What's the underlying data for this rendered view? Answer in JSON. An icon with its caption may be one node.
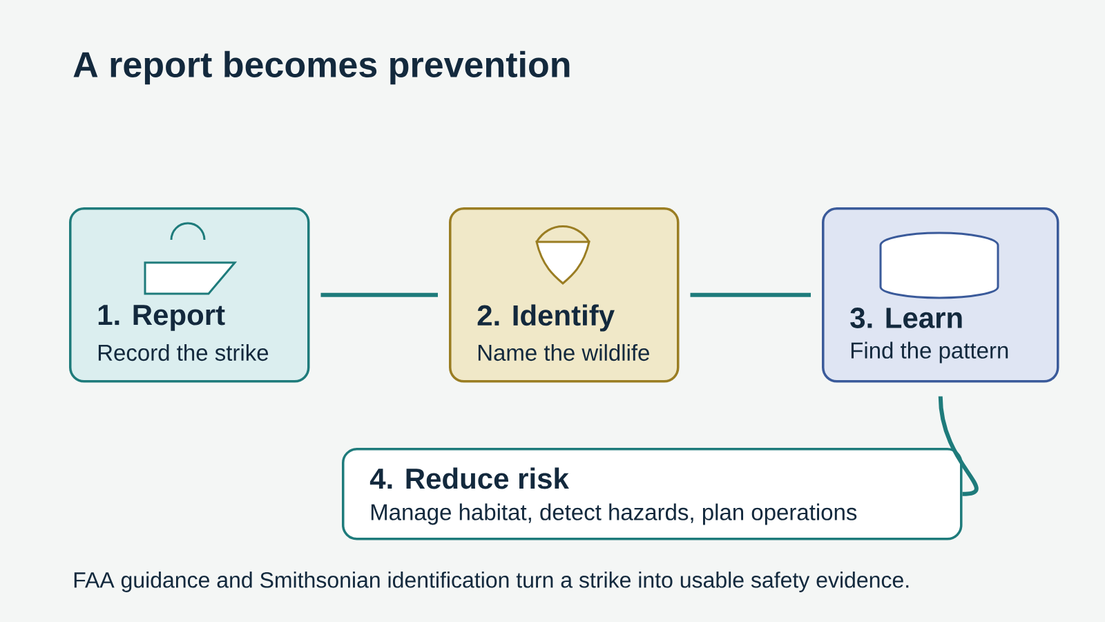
{
  "diagram": {
    "title": "A report becomes prevention",
    "caption": "FAA guidance and Smithsonian identification turn a strike into usable safety evidence.",
    "nodes": [
      {
        "text": [
          "1. Report",
          "Record the strike"
        ]
      },
      {
        "text": [
          "2. Identify",
          "Name the wildlife"
        ]
      },
      {
        "text": [
          "3. Learn",
          "Find the pattern"
        ]
      },
      {
        "text": [
          "4. Reduce risk",
          "Manage habitat, detect hazards, plan operations"
        ]
      }
    ],
    "edges": [
      {
        "from": 0,
        "to": 1,
        "arrow": "none"
      },
      {
        "from": 1,
        "to": 2,
        "arrow": "none"
      },
      {
        "from": 2,
        "to": 3,
        "arrow": "none"
      }
    ]
  }
}
